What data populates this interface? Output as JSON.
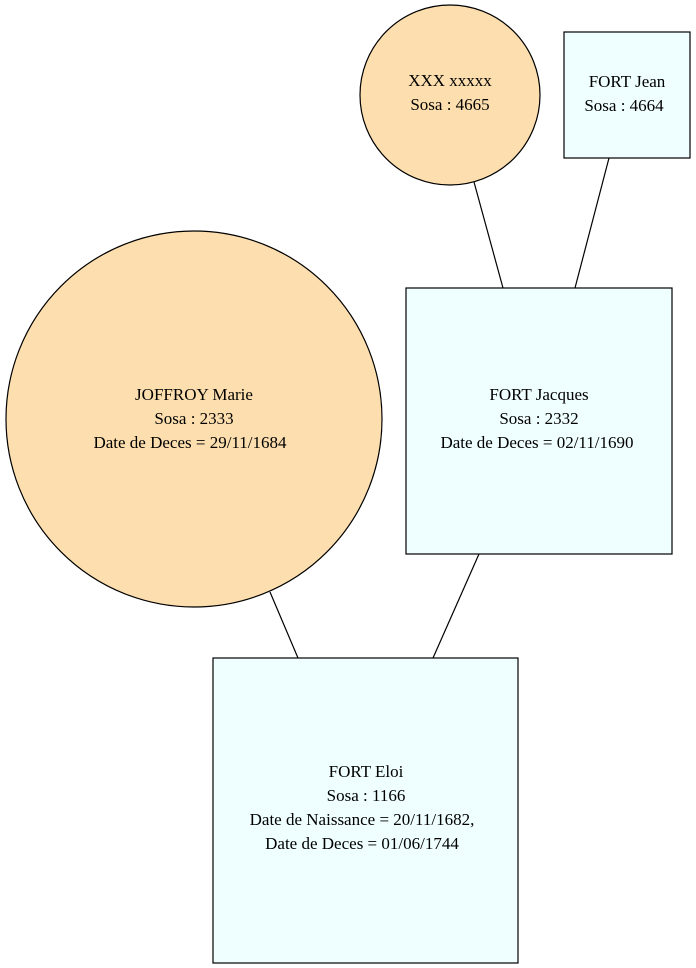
{
  "colors": {
    "female_fill": "#fddfaf",
    "male_fill": "#effefe",
    "stroke": "#000000"
  },
  "nodes": {
    "xxx": {
      "shape": "circle",
      "lines": [
        "XXX xxxxx",
        "Sosa : 4665"
      ]
    },
    "fort_jean": {
      "shape": "box",
      "lines": [
        "FORT Jean",
        "Sosa : 4664"
      ]
    },
    "joffroy_marie": {
      "shape": "circle",
      "lines": [
        "JOFFROY Marie",
        "Sosa : 2333",
        "Date de Deces = 29/11/1684"
      ]
    },
    "fort_jacques": {
      "shape": "box",
      "lines": [
        "FORT Jacques",
        "Sosa : 2332",
        "Date de Deces = 02/11/1690"
      ]
    },
    "fort_eloi": {
      "shape": "box",
      "lines": [
        "FORT Eloi",
        "Sosa : 1166",
        "Date de Naissance = 20/11/1682,",
        "Date de Deces = 01/06/1744"
      ]
    }
  }
}
